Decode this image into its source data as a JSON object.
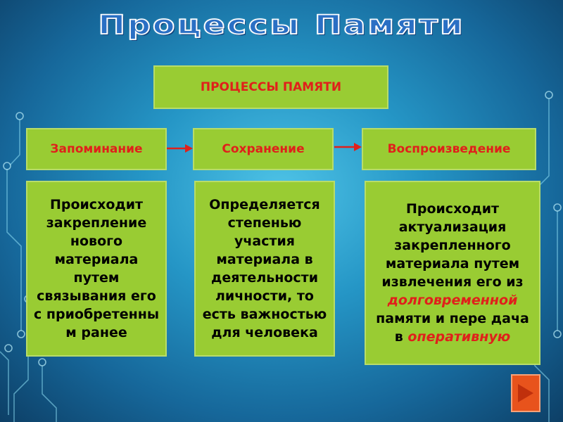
{
  "slide": {
    "title": "Процессы Памяти",
    "top_box": "ПРОЦЕССЫ ПАМЯТИ",
    "stages": [
      {
        "label": "Запоминание",
        "description": "Происходит закрепление нового материала путем связывания его с приобретенны м ранее"
      },
      {
        "label": "Сохранение",
        "description": "Определяется степенью участия материала в деятельности личности, то есть важностью для человека"
      },
      {
        "label": "Воспроизведение",
        "description_part1": "Происходит актуализация закрепленного материала путем извлечения его из",
        "highlight1": "долговременной",
        "description_part2": "памяти и пере дача в",
        "highlight2": "оперативную"
      }
    ]
  },
  "colors": {
    "box_fill": "#99cc33",
    "header_text": "#e0201b",
    "play_button": "#e8531c"
  },
  "icons": {
    "next": "play-triangle-icon"
  }
}
